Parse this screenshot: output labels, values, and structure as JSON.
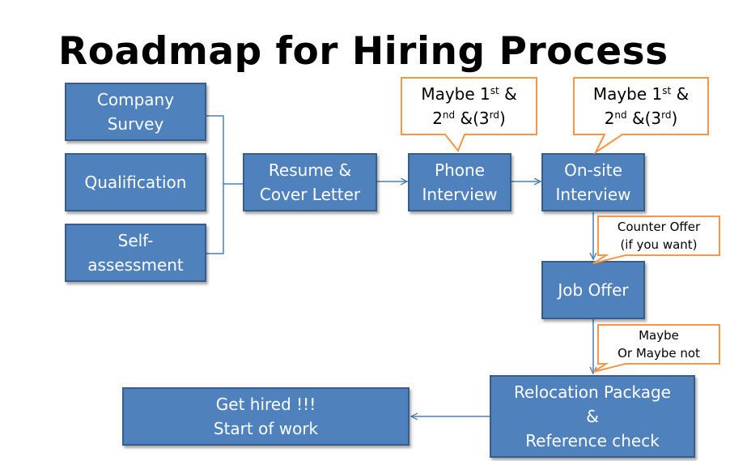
{
  "title": "Roadmap for Hiring Process",
  "colors": {
    "box_fill": "#4f81bd",
    "box_border": "#385d8a",
    "callout_border": "#f79646",
    "connector": "#4a7ebb"
  },
  "boxes": {
    "company_survey": [
      "Company",
      "Survey"
    ],
    "qualification": [
      "Qualification"
    ],
    "self_assessment": [
      "Self-",
      "assessment"
    ],
    "resume": [
      "Resume &",
      "Cover Letter"
    ],
    "phone": [
      "Phone",
      "Interview"
    ],
    "onsite": [
      "On-site",
      "Interview"
    ],
    "job_offer": [
      "Job Offer"
    ],
    "relocation": [
      "Relocation Package",
      "&",
      "Reference check"
    ],
    "hired": [
      "Get hired !!!",
      "Start of work"
    ]
  },
  "callouts": {
    "phone_rounds": {
      "l1_pre": "Maybe 1",
      "l1_sup": "st",
      "l1_post": " &",
      "l2_pre": "2",
      "l2_sup": "nd",
      "l2_mid": " &(3",
      "l2_sup2": "rd",
      "l2_post": ")"
    },
    "onsite_rounds": {
      "l1_pre": "Maybe 1",
      "l1_sup": "st",
      "l1_post": " &",
      "l2_pre": "2",
      "l2_sup": "nd",
      "l2_mid": " &(3",
      "l2_sup2": "rd",
      "l2_post": ")"
    },
    "counter_offer": [
      "Counter Offer",
      "(if you want)"
    ],
    "maybe": [
      "Maybe",
      "Or Maybe not"
    ]
  }
}
